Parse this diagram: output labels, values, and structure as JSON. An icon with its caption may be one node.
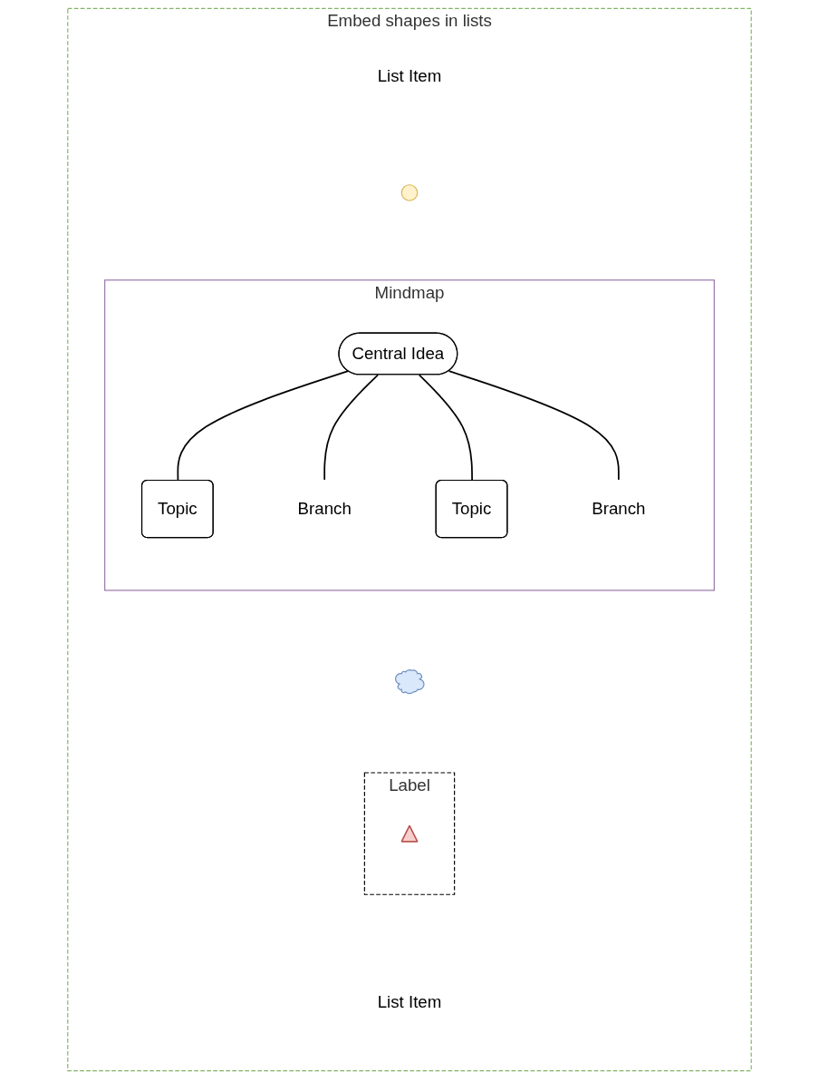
{
  "diagram": {
    "nodes": [
      {
        "text": [
          "Embed shapes in lists"
        ]
      },
      {
        "text": [
          "List Item"
        ],
        "in": 0
      },
      {
        "text": [],
        "shape": "sun",
        "in": 0
      },
      {
        "text": [
          "Mindmap"
        ],
        "in": 0
      },
      {
        "text": [
          "Topic"
        ],
        "in": 3
      },
      {
        "text": [
          "Branch"
        ],
        "in": 3
      },
      {
        "text": [
          "Central Idea"
        ],
        "in": 3
      },
      {
        "text": [
          "Topic"
        ],
        "in": 3
      },
      {
        "text": [
          "Branch"
        ],
        "in": 3
      },
      {
        "text": [],
        "shape": "cloud",
        "in": 0
      },
      {
        "text": [
          "Label"
        ],
        "in": 0
      },
      {
        "text": [],
        "shape": "triangle",
        "in": 10
      },
      {
        "text": [
          "List Item"
        ],
        "in": 0
      }
    ],
    "edges": [
      {
        "from": 6,
        "to": 4,
        "arrow": "none"
      },
      {
        "from": 6,
        "to": 5,
        "arrow": "none"
      },
      {
        "from": 6,
        "to": 7,
        "arrow": "none"
      },
      {
        "from": 6,
        "to": 8,
        "arrow": "none"
      }
    ]
  }
}
